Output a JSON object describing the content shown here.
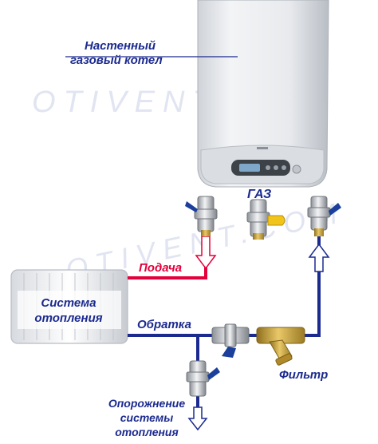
{
  "watermarks": [
    "OTIVENT.COM",
    "OTIVENT.COM"
  ],
  "labels": {
    "boiler_line1": "Настенный",
    "boiler_line2": "газовый котел",
    "gas": "ГАЗ",
    "supply": "Подача",
    "return": "Обратка",
    "radiator_line1": "Система",
    "radiator_line2": "отопления",
    "filter": "Фильтр",
    "drain_line1": "Опорожнение",
    "drain_line2": "системы",
    "drain_line3": "отопления"
  },
  "colors": {
    "supply_pipe": "#e4003a",
    "return_pipe": "#1b2a8f",
    "label_text": "#1b2a8f",
    "supply_text": "#e4003a",
    "watermark": "#c9cde6",
    "brass": "#c8a23a",
    "valve_handle": "#1b3f9a",
    "gas_handle": "#f0c419"
  }
}
